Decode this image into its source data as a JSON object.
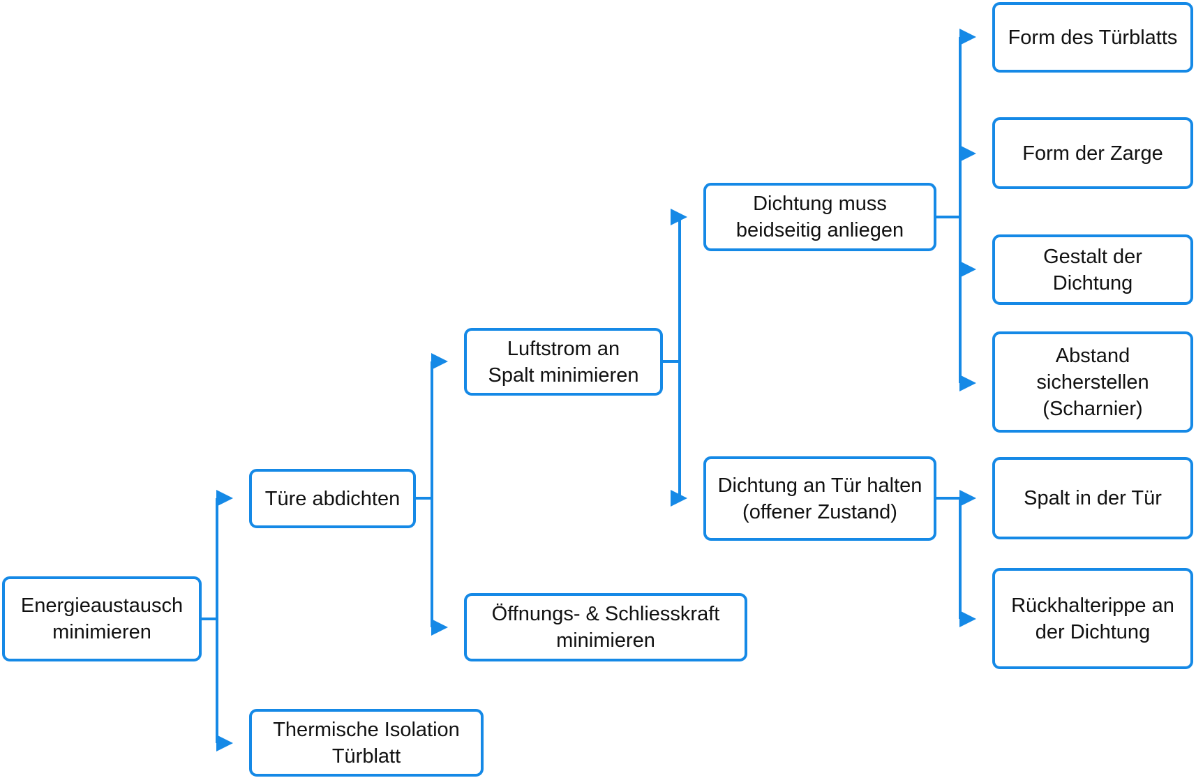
{
  "diagram": {
    "accent_color": "#1589e6",
    "nodes": {
      "root": "Energieaustausch\nminimieren",
      "seal_door": "Türe abdichten",
      "thermal_insulation": "Thermische Isolation\nTürblatt",
      "airflow_gap": "Luftstrom an\nSpalt minimieren",
      "opening_force": "Öffnungs- & Schliesskraft\nminimieren",
      "seal_both_sides": "Dichtung muss\nbeidseitig anliegen",
      "seal_hold_door": "Dichtung an Tür halten\n(offener Zustand)",
      "door_leaf_shape": "Form des Türblatts",
      "frame_shape": "Form der Zarge",
      "seal_design": "Gestalt der\nDichtung",
      "ensure_distance": "Abstand\nsicherstellen\n(Scharnier)",
      "door_gap": "Spalt in der Tür",
      "retaining_rib": "Rückhalterippe an\nder Dichtung"
    }
  }
}
